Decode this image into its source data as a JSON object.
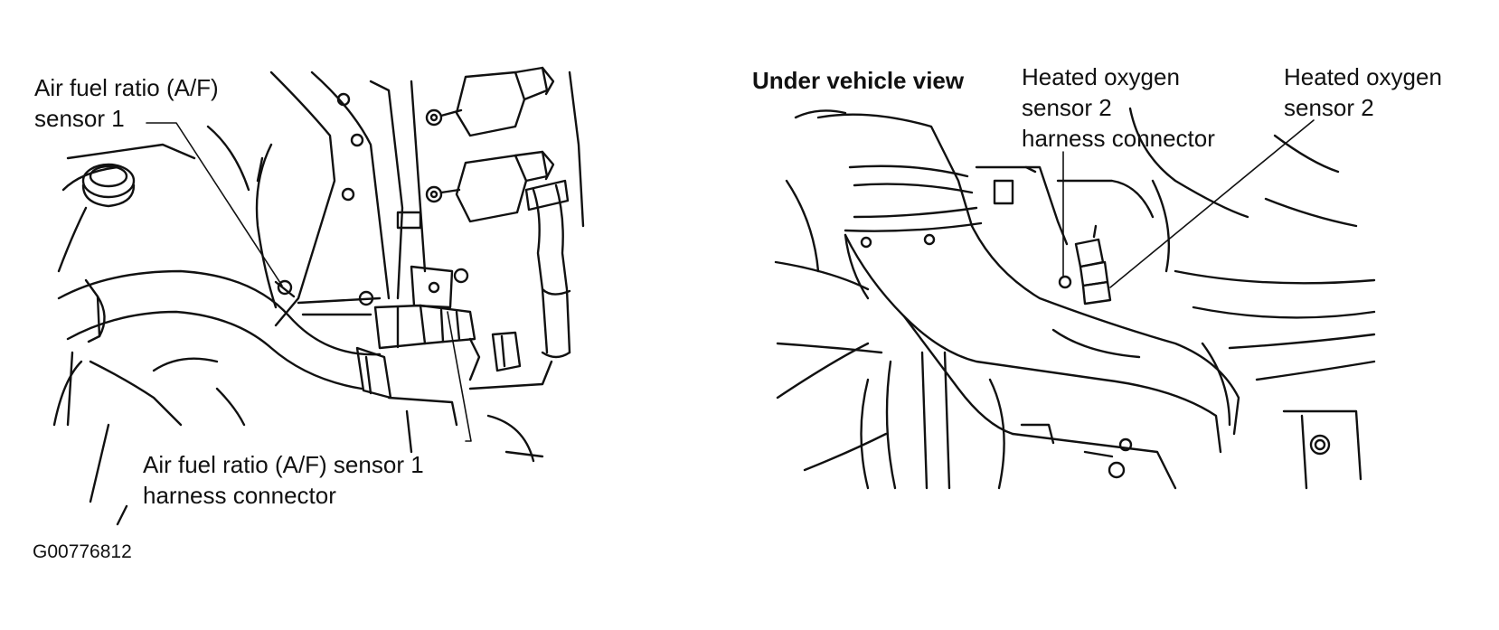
{
  "figure_id": "G00776812",
  "left_panel": {
    "callouts": {
      "af_sensor_1": [
        "Air fuel ratio (A/F)",
        "sensor 1"
      ],
      "af_sensor_1_connector": [
        "Air fuel ratio (A/F) sensor 1",
        "harness connector"
      ]
    }
  },
  "right_panel": {
    "view_title": "Under vehicle view",
    "callouts": {
      "ho2_sensor_2_connector": [
        "Heated oxygen",
        "sensor 2",
        "harness connector"
      ],
      "ho2_sensor_2": [
        "Heated oxygen",
        "sensor 2"
      ]
    }
  }
}
